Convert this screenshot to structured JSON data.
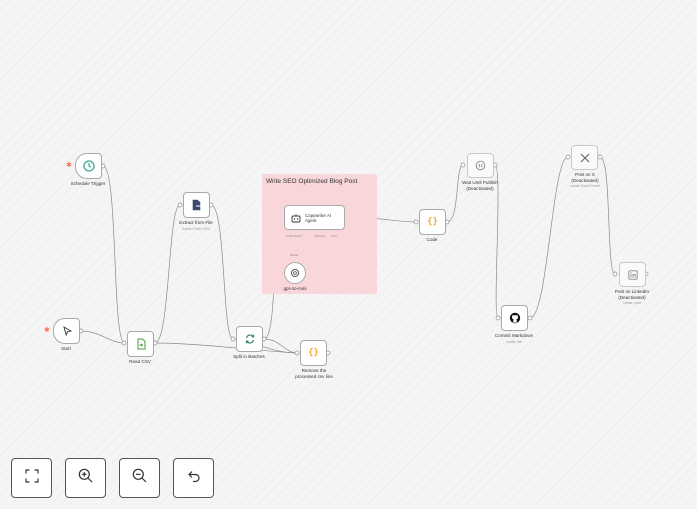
{
  "sticky": {
    "title": "Write SEO Optimized Blog Post"
  },
  "nodes": {
    "schedule_trigger": {
      "label": "Schedule Trigger"
    },
    "start": {
      "label": "Start"
    },
    "read_csv": {
      "label": "Read CSV"
    },
    "extract_from_file": {
      "label": "Extract from File",
      "subtitle": "Extract From CSV"
    },
    "split_in_batches": {
      "label": "Split in Batches"
    },
    "remove_processed": {
      "label": "Remove the processed csv line"
    },
    "copywriter_agent": {
      "label": "Copywriter AI Agent",
      "ports": [
        "Chat Model*",
        "Memory",
        "Tool"
      ]
    },
    "gpt_model": {
      "label": "gpt-4o-mini",
      "port": "Model"
    },
    "code": {
      "label": "Code"
    },
    "wait_until_publish": {
      "label": "Wait Until Publish (Deactivated)"
    },
    "commit_markdown": {
      "label": "Commit Markdown",
      "subtitle": "create: file"
    },
    "post_on_x": {
      "label": "Post on X (Deactivated)",
      "subtitle": "create:Tweet:Tweet"
    },
    "post_on_linkedin": {
      "label": "Post on LinkedIn (Deactivated)",
      "subtitle": "create: post"
    }
  },
  "controls": [
    {
      "name": "fit-view",
      "icon": "fit-view-icon"
    },
    {
      "name": "zoom-in",
      "icon": "zoom-in-icon"
    },
    {
      "name": "zoom-out",
      "icon": "zoom-out-icon"
    },
    {
      "name": "undo",
      "icon": "undo-icon"
    }
  ],
  "colors": {
    "sticky": "#f9d6da",
    "trigger_accent": "#ff6d5a",
    "schedule_icon": "#3fa796",
    "read_csv_icon": "#4a9a3b",
    "split_icon": "#2e7d5a",
    "code_icon": "#f2a33a",
    "edge": "#8a8a8a"
  }
}
